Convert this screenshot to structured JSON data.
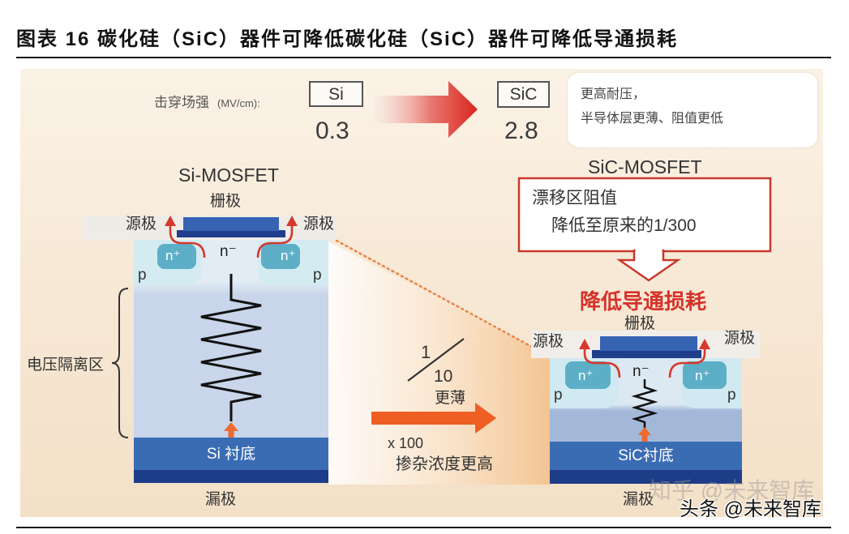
{
  "caption": "图表 16 碳化硅（SiC）器件可降低碳化硅（SiC）器件可降低导通损耗",
  "breakdown_field": {
    "label": "击穿场强",
    "unit": "(MV/cm):",
    "si": {
      "material": "Si",
      "value": "0.3"
    },
    "sic": {
      "material": "SiC",
      "value": "2.8"
    },
    "note": [
      "更高耐压，",
      "半导体层更薄、阻值更低"
    ]
  },
  "si_mosfet": {
    "title": "Si-MOSFET",
    "gate": "栅极",
    "source": [
      "源极",
      "源极"
    ],
    "n_plus": "n⁺",
    "n_minus": "n⁻",
    "p": "p",
    "substrate": "Si 衬底",
    "drain": "漏极",
    "isolation_region": "电压隔离区"
  },
  "comparison": {
    "thickness_numerator": "1",
    "thickness_denominator": "10",
    "thickness_note": "更薄",
    "doping_multiplier": "x 100",
    "doping_note": "掺杂浓度更高"
  },
  "sic_mosfet": {
    "title": "SiC-MOSFET",
    "callout": [
      "漂移区阻值",
      "降低至原来的1/300"
    ],
    "headline": "降低导通损耗",
    "gate": "栅极",
    "source": [
      "源极",
      "源极"
    ],
    "n_plus": "n⁺",
    "n_minus": "n⁻",
    "p": "p",
    "substrate": "SiC衬底",
    "drain": "漏极"
  },
  "watermarks": [
    "知乎 @未来智库",
    "头条 @未来智库"
  ],
  "colors": {
    "background": "#f7e9d6",
    "gate": "#3764b2",
    "gate_electrode": "#1f3f8c",
    "drift_region": "#c8d5ea",
    "n_plus_region": "#5cafc7",
    "substrate": "#3a6cb4",
    "drain": "#1e3d88",
    "current_arrow": "#d6382c",
    "orange_arrow": "#ef5e22",
    "headline": "#d6322a",
    "callout_border": "#c9382c"
  }
}
